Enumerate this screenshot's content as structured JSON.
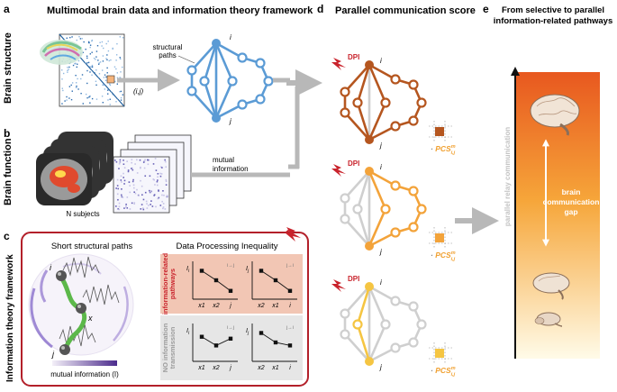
{
  "panel_a": {
    "letter": "a",
    "title": "Multimodal brain data and information theory framework",
    "row_label": "Brain structure",
    "edge_label": "(i,j)",
    "paths_label_1": "structural",
    "paths_label_2": "paths",
    "node_i": "i",
    "node_j": "j"
  },
  "panel_b": {
    "letter": "b",
    "row_label": "Brain function",
    "subjects_label": "N subjects",
    "mi_label_1": "mutual",
    "mi_label_2": "information"
  },
  "panel_c": {
    "letter": "c",
    "row_label": "Information theory framework",
    "left_title": "Short structural paths",
    "right_title": "Data Processing Inequality",
    "brain_i": "i",
    "brain_x": "x",
    "brain_j": "j",
    "mi_bar_label": "mutual information (I)",
    "info_label_1": "information-related",
    "info_label_2": "pathways",
    "noinfo_label_1": "NO information",
    "noinfo_label_2": "transmission",
    "plots": [
      {
        "ylab": "I",
        "ysub": "i",
        "ann": "i→j",
        "xticks": [
          "x1",
          "x2",
          "j"
        ],
        "values": [
          0.75,
          0.5,
          0.22
        ]
      },
      {
        "ylab": "I",
        "ysub": "j",
        "ann": "j→i",
        "xticks": [
          "x2",
          "x1",
          "i"
        ],
        "values": [
          0.75,
          0.5,
          0.22
        ]
      },
      {
        "ylab": "I",
        "ysub": "i",
        "ann": "i→j",
        "xticks": [
          "x1",
          "x2",
          "j"
        ],
        "values": [
          0.65,
          0.42,
          0.6
        ]
      },
      {
        "ylab": "I",
        "ysub": "j",
        "ann": "j→i",
        "xticks": [
          "x2",
          "x1",
          "i"
        ],
        "values": [
          0.75,
          0.5,
          0.42
        ]
      }
    ]
  },
  "panel_d": {
    "letter": "d",
    "title": "Parallel communication score",
    "dpi": "DPI",
    "node_i": "i",
    "node_j": "j",
    "pcs_labels": [
      "PCS",
      "PCS",
      "PCS"
    ],
    "pcs_sup": "m",
    "pcs_sub": "i,j"
  },
  "panel_e": {
    "letter": "e",
    "title_1": "From selective to parallel",
    "title_2": "information-related pathways",
    "axis_label": "parallel relay communication",
    "gap_1": "brain",
    "gap_2": "communication",
    "gap_3": "gap"
  },
  "colors": {
    "blue": "#5b9bd5",
    "brown": "#b5561f",
    "orange": "#f3a33a",
    "yellow": "#f5c542",
    "grey_edge": "#cfcfcf",
    "red_box": "#b3202a",
    "salmon": "#f2c6b4",
    "grey_fill": "#e6e6e6"
  }
}
